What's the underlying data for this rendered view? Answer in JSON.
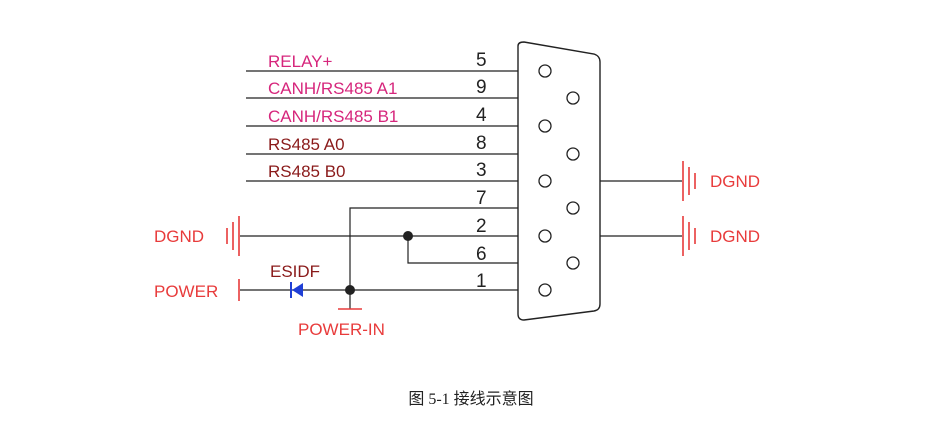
{
  "colors": {
    "magenta": "#d6267c",
    "dark_red": "#8a1a1a",
    "red": "#e83b3b",
    "wire": "#222222",
    "diode": "#1f3fd6"
  },
  "signals": [
    {
      "label": "RELAY+",
      "pin": "5",
      "color": "magenta"
    },
    {
      "label": "CANH/RS485 A1",
      "pin": "9",
      "color": "magenta"
    },
    {
      "label": "CANH/RS485 B1",
      "pin": "4",
      "color": "magenta"
    },
    {
      "label": "RS485  A0",
      "pin": "8",
      "color": "dark_red"
    },
    {
      "label": "RS485  B0",
      "pin": "3",
      "color": "dark_red"
    }
  ],
  "lower_pins": [
    "7",
    "2",
    "6",
    "1"
  ],
  "left_ground_label": "DGND",
  "power_label": "POWER",
  "diode_label": "ESIDF",
  "power_in_label": "POWER-IN",
  "right_ground_labels": [
    "DGND",
    "DGND"
  ],
  "caption": "图 5-1 接线示意图"
}
